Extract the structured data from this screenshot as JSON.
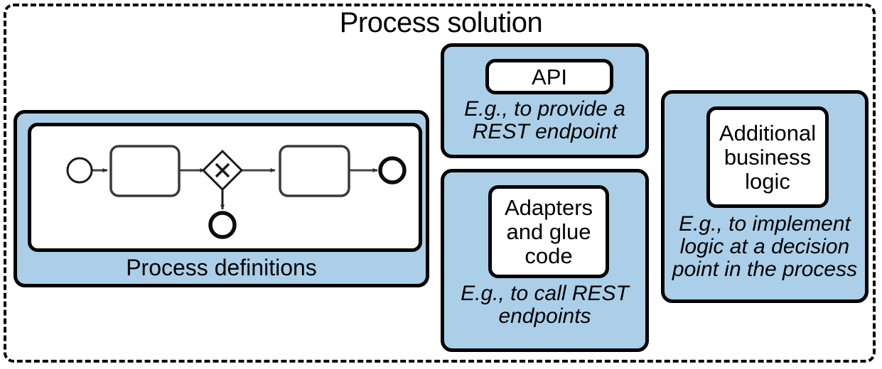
{
  "diagram": {
    "title": "Process solution",
    "outer_border_style": "dashed",
    "accent_color": "#abcfe8",
    "line_color": "#000000"
  },
  "panels": {
    "process_definitions": {
      "caption": "Process definitions",
      "bpmn": {
        "nodes": [
          {
            "name": "start-event",
            "type": "start-event",
            "label": ""
          },
          {
            "name": "task-1",
            "type": "task",
            "label": ""
          },
          {
            "name": "exclusive-gateway",
            "type": "exclusive-gateway",
            "label": "X"
          },
          {
            "name": "task-2",
            "type": "task",
            "label": ""
          },
          {
            "name": "end-event-main",
            "type": "end-event",
            "label": ""
          },
          {
            "name": "end-event-branch",
            "type": "end-event",
            "label": ""
          }
        ],
        "flows": [
          {
            "from": "start-event",
            "to": "task-1"
          },
          {
            "from": "task-1",
            "to": "exclusive-gateway"
          },
          {
            "from": "exclusive-gateway",
            "to": "task-2"
          },
          {
            "from": "task-2",
            "to": "end-event-main"
          },
          {
            "from": "exclusive-gateway",
            "to": "end-event-branch"
          }
        ]
      }
    },
    "api": {
      "card_label": "API",
      "caption": "E.g., to provide a\nREST endpoint",
      "caption_line_1": "E.g., to provide a",
      "caption_line_2": "REST endpoint"
    },
    "adapters": {
      "card_label": "Adapters\nand glue\ncode",
      "card_line_1": "Adapters",
      "card_line_2": "and glue",
      "card_line_3": "code",
      "caption_line_1": "E.g., to call REST",
      "caption_line_2": "endpoints"
    },
    "additional_business_logic": {
      "card_line_1": "Additional",
      "card_line_2": "business",
      "card_line_3": "logic",
      "caption_line_1": "E.g., to implement",
      "caption_line_2": "logic at a decision",
      "caption_line_3": "point in the process"
    }
  }
}
